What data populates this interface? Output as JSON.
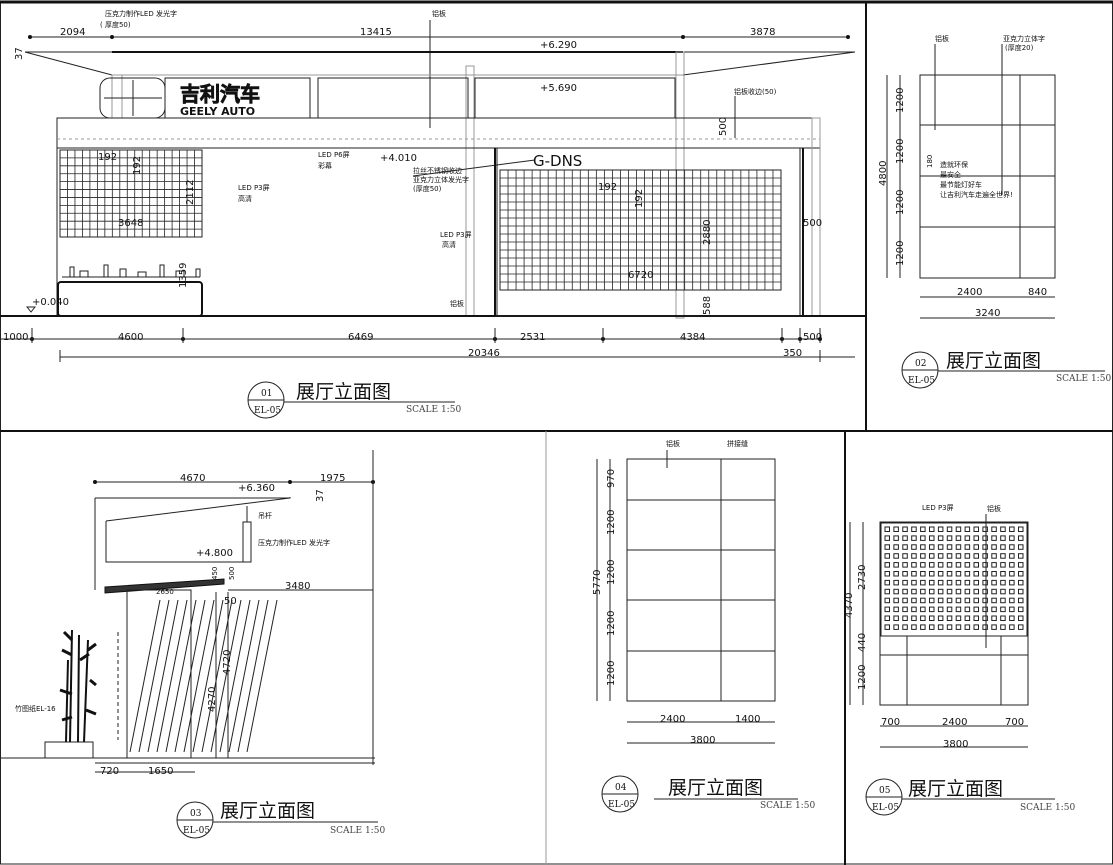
{
  "drawing_title": "展厅立面图",
  "scale": "SCALE 1:50",
  "sheet_ref": "EL-05",
  "panels": {
    "p1": {
      "number": "01",
      "top_dims": [
        "2094",
        "13415",
        "3878"
      ],
      "side_dim": "37",
      "levels": [
        "+6.290",
        "+5.690",
        "+4.010",
        "+0.040"
      ],
      "labels": {
        "acrylic_led": "压克力制作LED 发光字",
        "thickness50": "( 厚度50)",
        "aluminum": "铝板",
        "aluminum_edge": "铝板收边(50)",
        "led_p6": "LED P6屏",
        "led_p6_sub": "彩幕",
        "led_p3": "LED P3屏",
        "led_p3_sub": "高清",
        "steel_edge_1": "拉丝不锈钢收边",
        "steel_edge_2": "亚克力立体发光字",
        "steel_edge_3": "(厚度50)",
        "led_p3_b": "LED P3屏",
        "led_p3_b_sub": "高清",
        "aluminum_b": "铝板",
        "brand_cn": "吉利汽车",
        "brand_en": "GEELY AUTO",
        "store_sign": "G-DNS"
      },
      "inner_dims": [
        "192",
        "192",
        "2112",
        "3648",
        "1359",
        "192",
        "192",
        "2880",
        "6720",
        "588",
        "500",
        "500"
      ],
      "bottom_dims": [
        "1000",
        "4600",
        "6469",
        "2531",
        "4384",
        "500"
      ],
      "total_dims": [
        "20346",
        "350"
      ]
    },
    "p2": {
      "number": "02",
      "labels": {
        "aluminum": "铝板",
        "acrylic": "亚克力立体字",
        "thickness": "(厚度20)",
        "small_dim": "180"
      },
      "slogan": [
        "造就环保",
        "最安全",
        "最节能灯好车",
        "让吉利汽车走遍全世界!"
      ],
      "height_dims": [
        "1200",
        "1200",
        "1200",
        "1200"
      ],
      "total_height": "4800",
      "width_dims": [
        "2400",
        "840"
      ],
      "total_width": "3240"
    },
    "p3": {
      "number": "03",
      "top_dims": [
        "4670",
        "1975"
      ],
      "side_dim": "37",
      "levels": [
        "+6.360",
        "+4.800"
      ],
      "labels": {
        "hanger": "吊杆",
        "acrylic_led": "压克力制作LED 发光字",
        "plant": "竹图纸EL-16"
      },
      "dims": [
        "450",
        "500",
        "2650",
        "3480",
        "50",
        "4270",
        "4720",
        "720",
        "1650"
      ]
    },
    "p4": {
      "number": "04",
      "labels": {
        "aluminum": "铝板",
        "seam": "拼接缝"
      },
      "height_dims": [
        "970",
        "1200",
        "1200",
        "1200",
        "1200"
      ],
      "total_height": "5770",
      "width_dims": [
        "2400",
        "1400"
      ],
      "total_width": "3800"
    },
    "p5": {
      "number": "05",
      "labels": {
        "led_p3": "LED P3屏",
        "aluminum": "铝板"
      },
      "height_dims": [
        "2730",
        "440",
        "1200"
      ],
      "total_height": "4370",
      "width_dims": [
        "700",
        "2400",
        "700"
      ],
      "total_width": "3800"
    }
  }
}
